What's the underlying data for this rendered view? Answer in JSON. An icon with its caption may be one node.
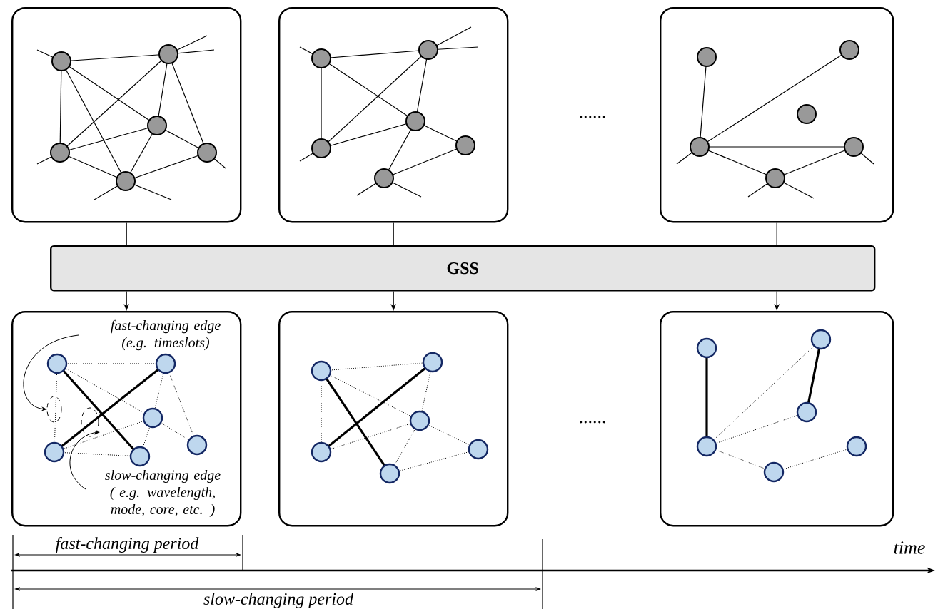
{
  "diagram": {
    "nodes": [
      {
        "text": [],
        "shape": "box"
      },
      {
        "text": [],
        "shape": "box"
      },
      {
        "text": [],
        "shape": "box"
      },
      {
        "text": [
          "GSS"
        ]
      },
      {
        "text": [],
        "shape": "box"
      },
      {
        "text": [],
        "shape": "box"
      },
      {
        "text": [],
        "shape": "box"
      }
    ],
    "edges": [
      {
        "from": 0,
        "to": 3,
        "arrow": "none"
      },
      {
        "from": 3,
        "to": 4,
        "arrow": "to"
      },
      {
        "from": 1,
        "to": 3,
        "arrow": "none"
      },
      {
        "from": 3,
        "to": 5,
        "arrow": "to"
      },
      {
        "from": 2,
        "to": 3,
        "arrow": "none"
      },
      {
        "from": 3,
        "to": 6,
        "arrow": "to"
      }
    ],
    "labels": [
      "......",
      "fast-changing edge (e.g. timeslots)",
      "slow-changing edge ( e.g. wavelength, mode, core, etc. )",
      "......",
      "time",
      "fast-changing period",
      "slow-changing period"
    ]
  }
}
